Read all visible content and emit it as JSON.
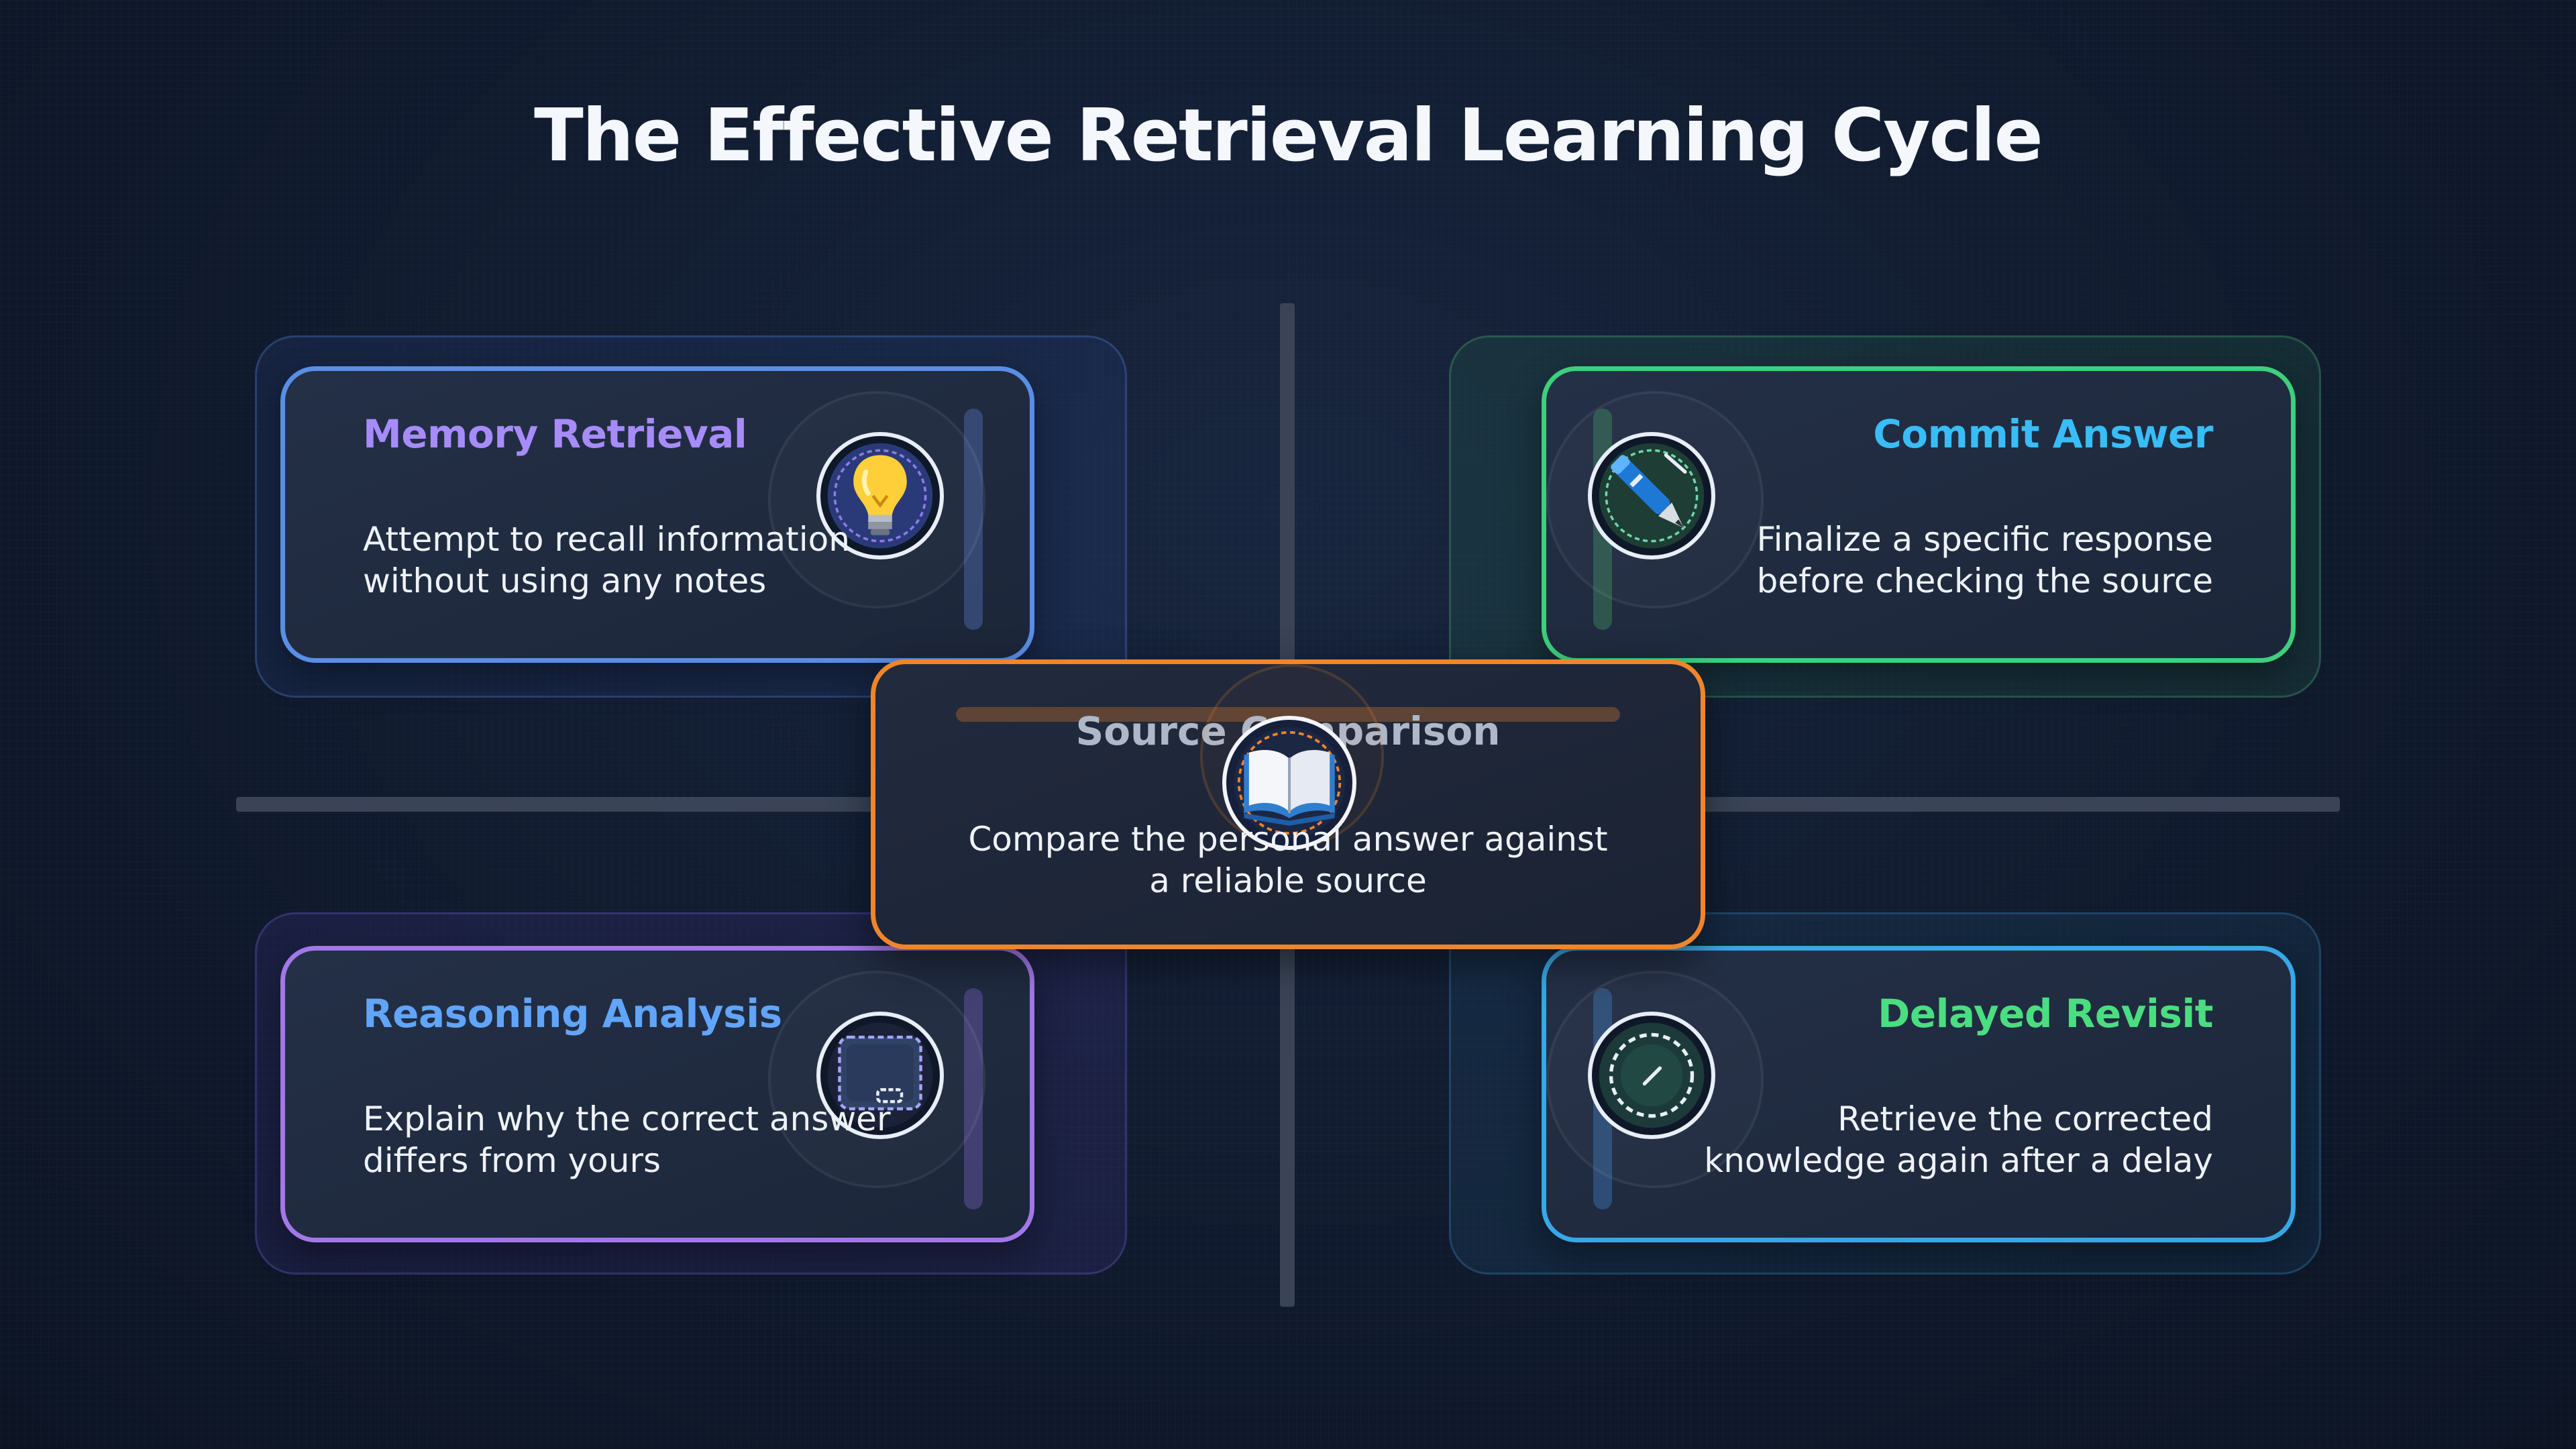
{
  "title": "The Effective Retrieval Learning Cycle",
  "colors": {
    "memory": "#5a8ee6",
    "commit": "#3ecf7c",
    "compare": "#f0852a",
    "reasoning": "#a277e8",
    "revisit": "#38a7e6"
  },
  "steps": {
    "memory": {
      "title": "Memory Retrieval",
      "desc_line1": "Attempt to recall information",
      "desc_line2": "without using any notes",
      "icon": "lightbulb-icon"
    },
    "commit": {
      "title": "Commit Answer",
      "desc_line1": "Finalize a specific response",
      "desc_line2": "before checking the source",
      "icon": "pen-icon"
    },
    "compare": {
      "title": "Source Comparison",
      "desc_line1": "Compare the personal answer against",
      "desc_line2": "a reliable source",
      "icon": "open-book-icon"
    },
    "reasoning": {
      "title": "Reasoning Analysis",
      "desc_line1": "Explain why the correct answer",
      "desc_line2": "differs from yours",
      "icon": "window-icon"
    },
    "revisit": {
      "title": "Delayed Revisit",
      "desc_line1": "Retrieve the corrected",
      "desc_line2": "knowledge again after a delay",
      "icon": "clock-icon"
    }
  }
}
